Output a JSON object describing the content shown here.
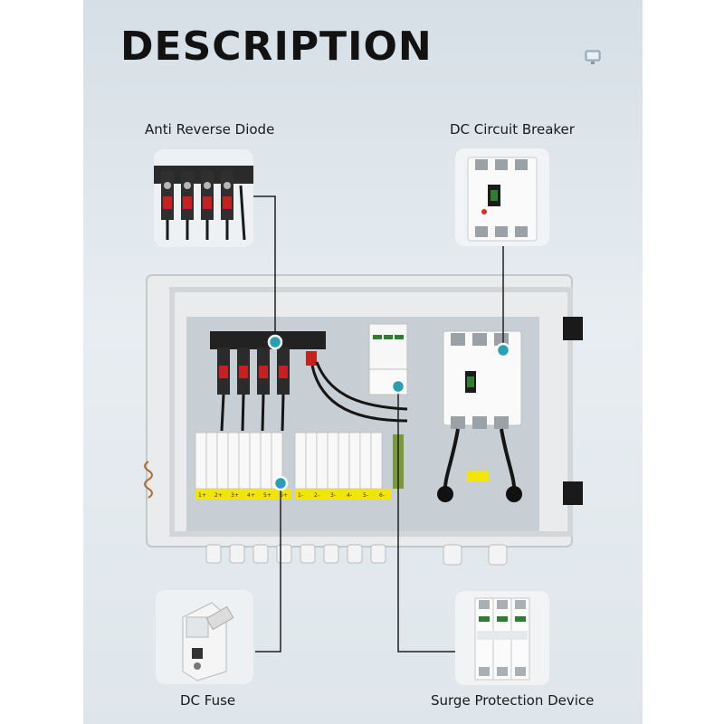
{
  "title": "DESCRIPTION",
  "components": {
    "anti_reverse_diode": "Anti Reverse Diode",
    "dc_circuit_breaker": "DC Circuit Breaker",
    "dc_fuse": "DC Fuse",
    "surge_protection_device": "Surge Protection Device"
  },
  "fuse_labels": [
    "1+",
    "2+",
    "3+",
    "4+",
    "5+",
    "6+",
    "1-",
    "2-",
    "3-",
    "4-",
    "5-",
    "6-"
  ],
  "colors": {
    "accent_dot": "#2a9fb3",
    "connector_line": "#1f1f1f",
    "panel_bg": "#dfe6eb",
    "fuse_label": "#f2e500"
  }
}
